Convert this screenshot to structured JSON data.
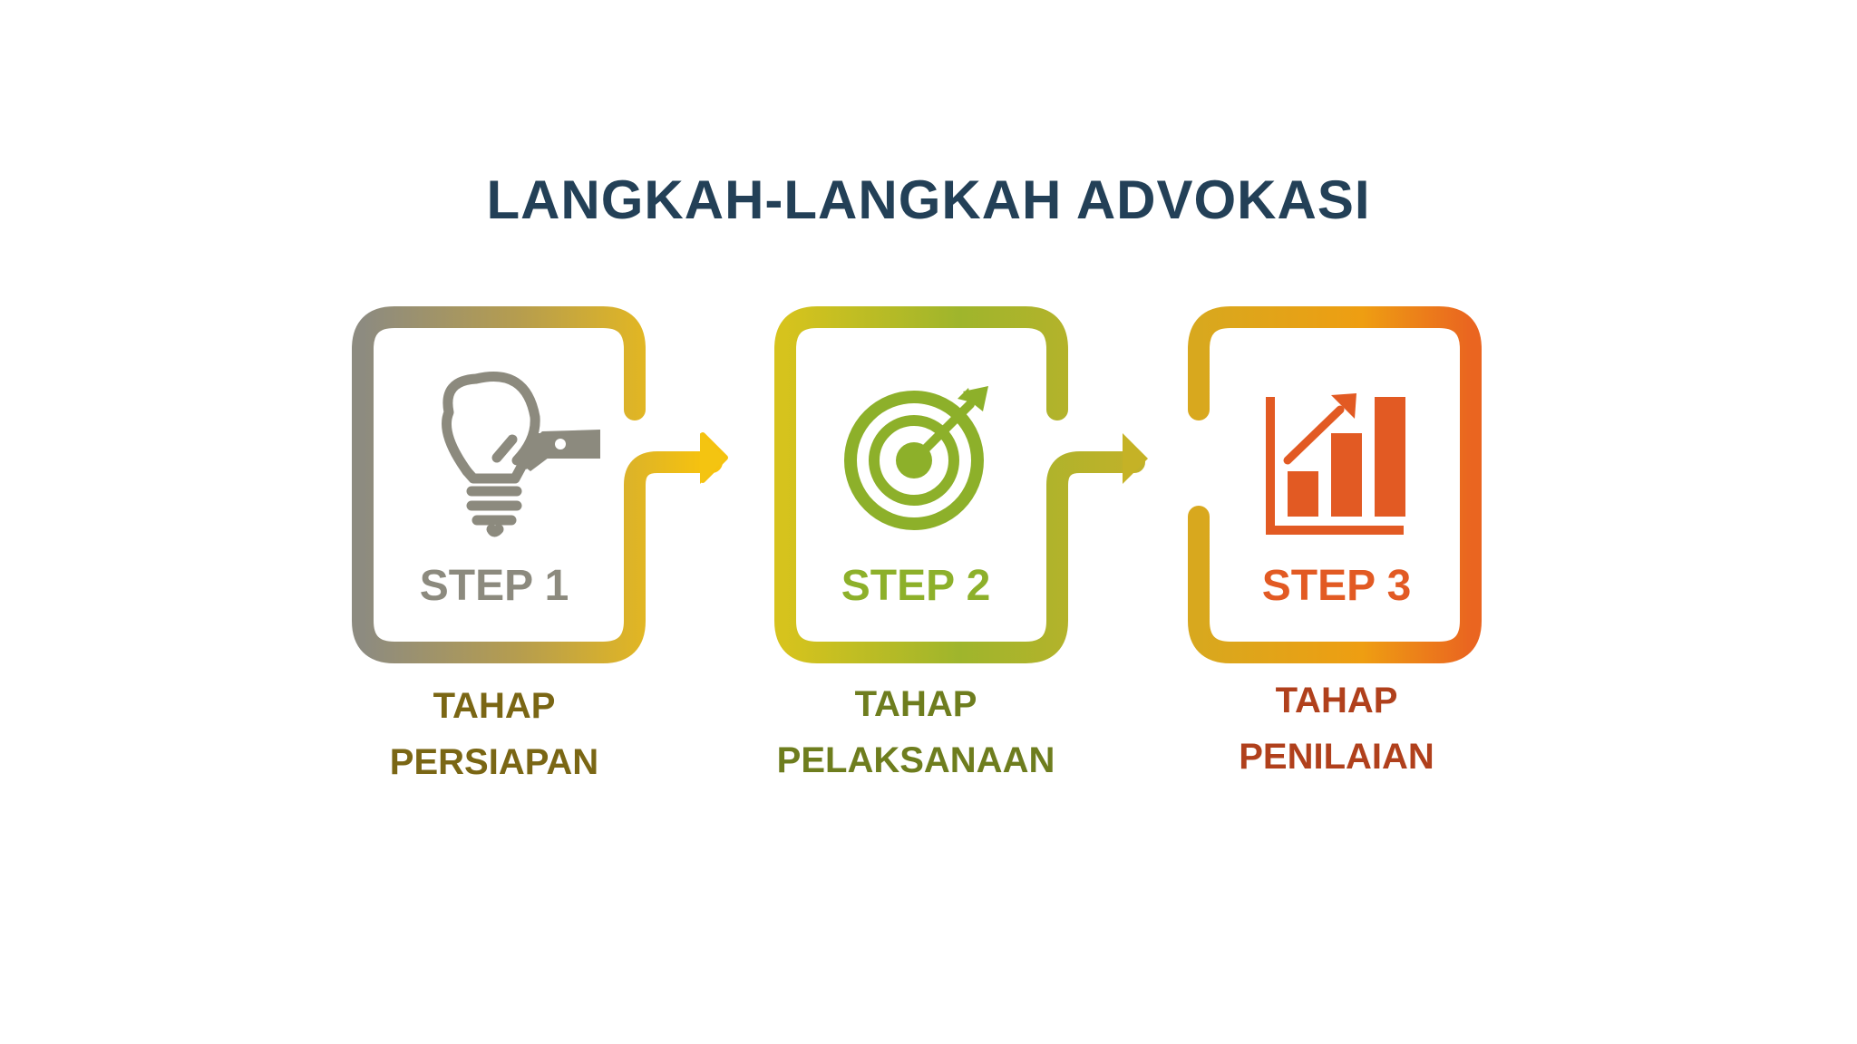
{
  "title": "LANGKAH-LANGKAH ADVOKASI",
  "steps": [
    {
      "label": "STEP 1",
      "caption_line1": "TAHAP",
      "caption_line2": "PERSIAPAN",
      "icon": "lightbulb-tag-icon",
      "color": "#8c8a7e",
      "caption_color": "#7a6614"
    },
    {
      "label": "STEP 2",
      "caption_line1": "TAHAP",
      "caption_line2": "PELAKSANAAN",
      "icon": "target-arrow-icon",
      "color": "#8db02a",
      "caption_color": "#6e7d1e"
    },
    {
      "label": "STEP 3",
      "caption_line1": "TAHAP",
      "caption_line2": "PENILAIAN",
      "icon": "bar-chart-growth-icon",
      "color": "#e25a23",
      "caption_color": "#b0401c"
    }
  ],
  "colors": {
    "title": "#234057",
    "frame1_start": "#8d8b80",
    "frame1_end": "#f5c20f",
    "frame2_start": "#d4c41e",
    "frame2_end": "#b9b531",
    "frame3_start": "#e1aa18",
    "frame3_end": "#ec6a1c"
  }
}
